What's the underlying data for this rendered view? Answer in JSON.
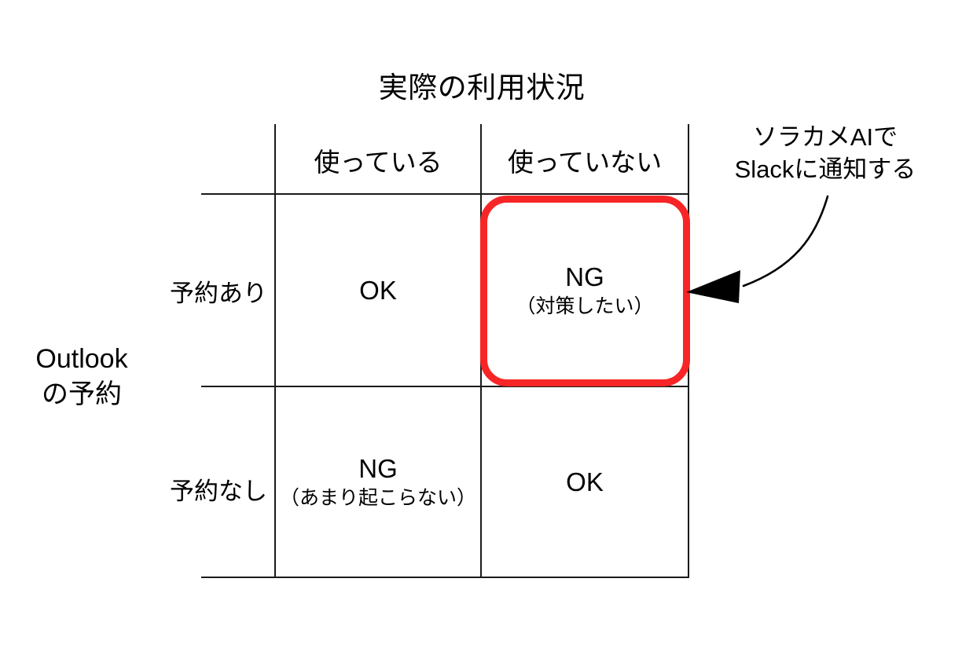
{
  "title": "実際の利用状況",
  "axis": {
    "row_group_label_line1": "Outlook",
    "row_group_label_line2": "の予約",
    "column_group_label": "実際の利用状況"
  },
  "matrix": {
    "column_headers": [
      "使っている",
      "使っていない"
    ],
    "row_headers": [
      "予約あり",
      "予約なし"
    ],
    "cells": [
      [
        {
          "main": "OK",
          "sub": ""
        },
        {
          "main": "NG",
          "sub": "（対策したい）"
        }
      ],
      [
        {
          "main": "NG",
          "sub": "（あまり起こらない）"
        },
        {
          "main": "OK",
          "sub": ""
        }
      ]
    ]
  },
  "highlight": {
    "target_row": "予約あり",
    "target_column": "使っていない",
    "color": "#f72525"
  },
  "annotation": {
    "line1": "ソラカメAIで",
    "line2": "Slackに通知する",
    "arrow_color": "#000000"
  }
}
